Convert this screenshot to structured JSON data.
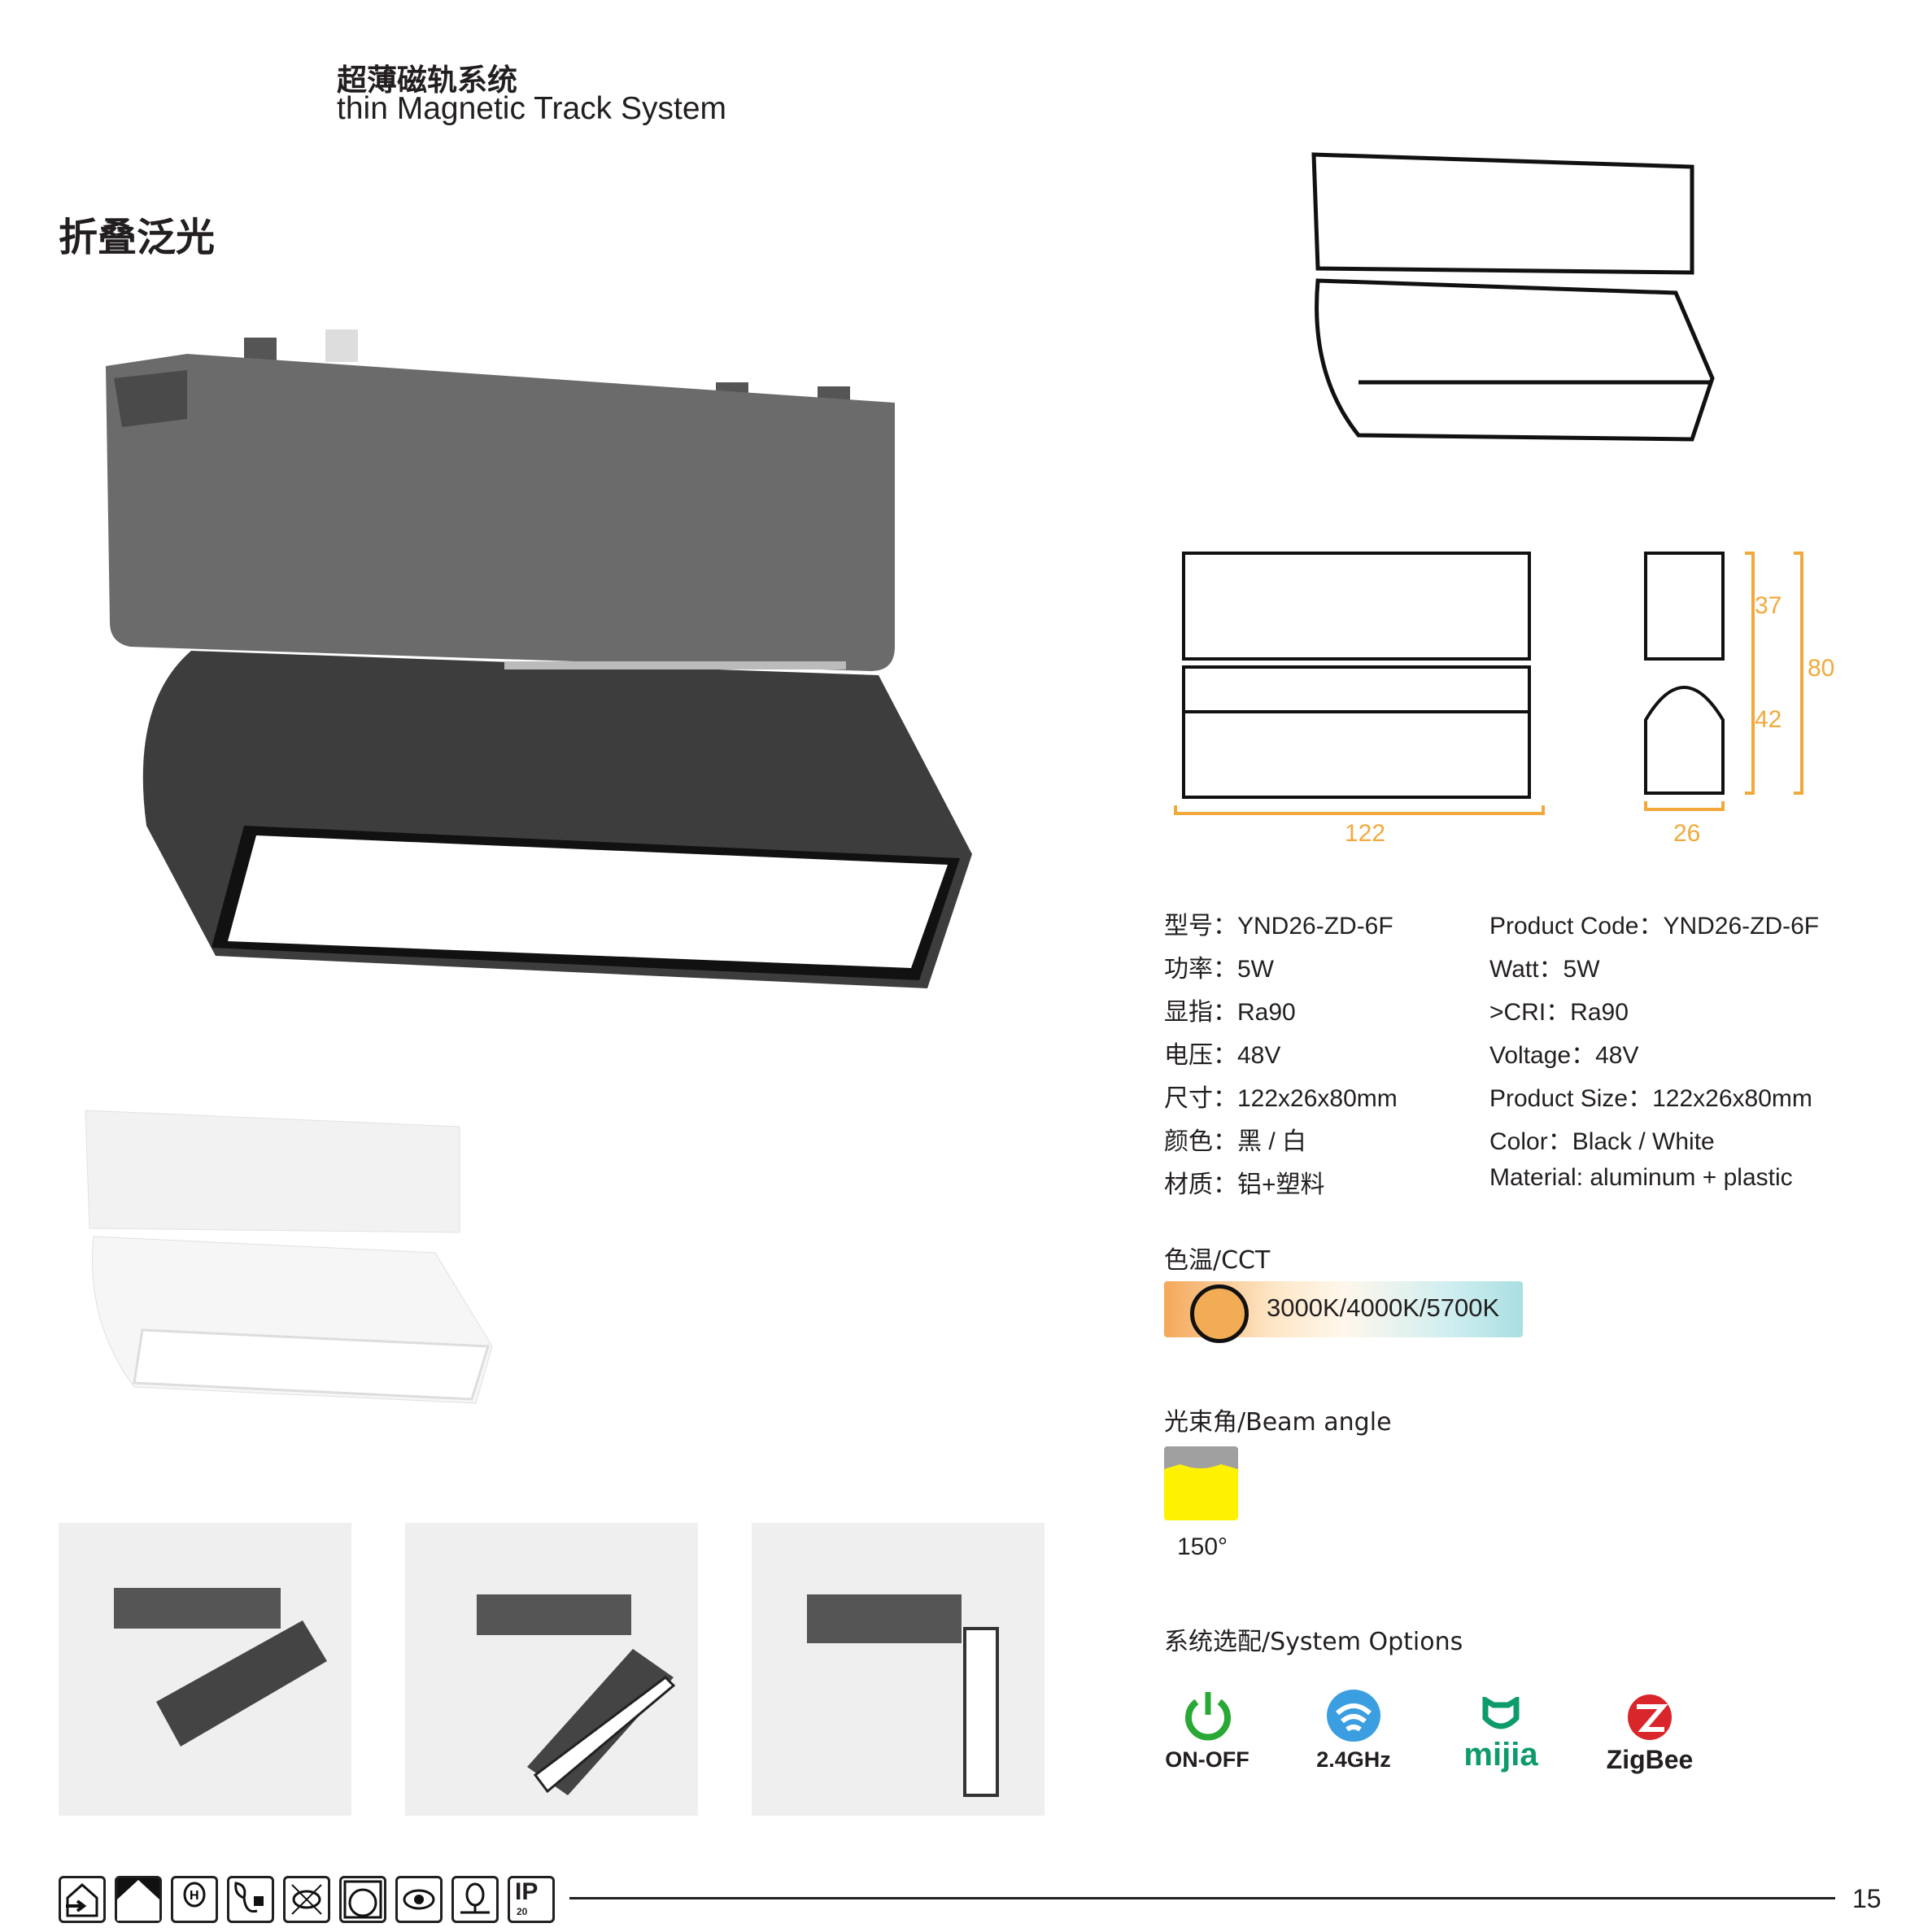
{
  "header": {
    "title_cn": "超薄磁轨系统",
    "title_en": "thin Magnetic Track System"
  },
  "section_title": "折叠泛光",
  "dimensions": {
    "length": "122",
    "width": "26",
    "height_total": "80",
    "height_top": "37",
    "height_bottom": "42"
  },
  "specs": {
    "cn": [
      "型号：YND26-ZD-6F",
      "功率：5W",
      "显指：Ra90",
      "电压：48V",
      "尺寸：122x26x80mm",
      "颜色：黑 / 白",
      "材质：铝+塑料"
    ],
    "en": [
      "Product Code：YND26-ZD-6F",
      "Watt：5W",
      ">CRI：Ra90",
      "Voltage：48V",
      "Product Size：122x26x80mm",
      "Color：Black / White",
      "Material: aluminum + plastic"
    ]
  },
  "cct": {
    "label": "色温/CCT",
    "value": "3000K/4000K/5700K"
  },
  "beam": {
    "label": "光束角/Beam angle",
    "value": "150°"
  },
  "options": {
    "label": "系统选配/System Options",
    "items": [
      {
        "label": "ON-OFF",
        "icon": "power-icon",
        "color": "#2aa836"
      },
      {
        "label": "2.4GHz",
        "icon": "wifi-icon",
        "color": "#3a9ee0"
      },
      {
        "label": "mijia",
        "icon": "mijia-icon",
        "color": "#0e9b6b"
      },
      {
        "label": "ZigBee",
        "icon": "zigbee-icon",
        "color": "#d8262b"
      }
    ]
  },
  "footer": {
    "icons": [
      "indoor-icon",
      "surface-mount-icon",
      "halogen-free-icon",
      "eco-plug-icon",
      "anti-glare-icon",
      "beam-pattern-icon",
      "eye-comfort-icon",
      "lamp-icon",
      "ip20-icon"
    ],
    "ip_label": "IP",
    "ip_rating": "20",
    "page_number": "15"
  }
}
